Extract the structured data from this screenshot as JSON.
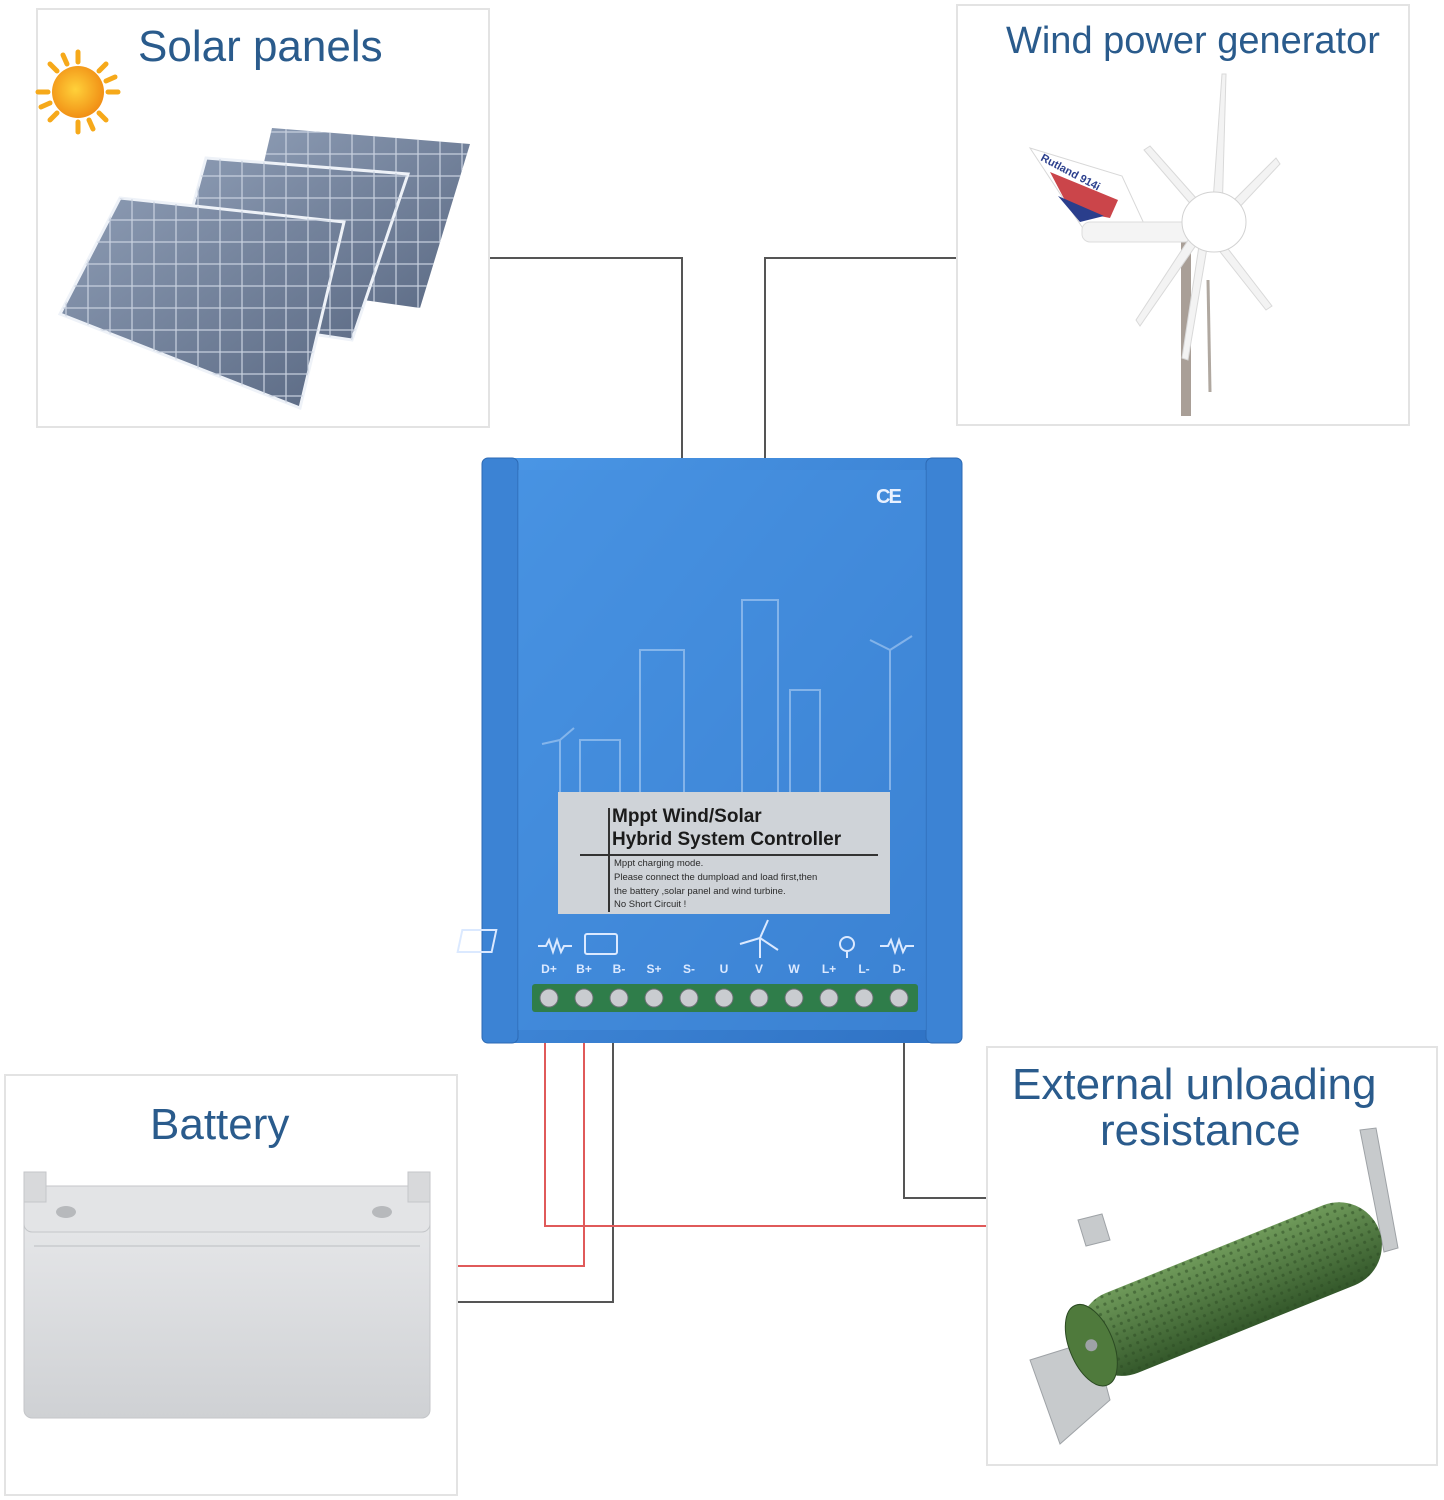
{
  "panels": {
    "solar": {
      "title": "Solar panels"
    },
    "wind": {
      "title": "Wind power generator",
      "turbine_brand": "Rutland 914i"
    },
    "battery": {
      "title": "Battery"
    },
    "resistor": {
      "title_line1": "External unloading",
      "title_line2": "resistance"
    }
  },
  "controller": {
    "ce_mark": "CE",
    "label_line1": "Mppt Wind/Solar",
    "label_line2": "Hybrid System Controller",
    "notes": [
      "Mppt charging mode.",
      "Please connect the dumpload and load first,then",
      "the battery ,solar panel and wind turbine.",
      "No Short Circuit !"
    ],
    "terminals": [
      "D+",
      "B+",
      "B-",
      "S+",
      "S-",
      "U",
      "V",
      "W",
      "L+",
      "L-",
      "D-"
    ],
    "terminal_icons": [
      "resistor-icon",
      "battery-icon",
      "solar-panel-icon",
      "wind-turbine-icon",
      "bulb-icon",
      "resistor-icon"
    ]
  },
  "colors": {
    "title_blue": "#2a5b8c",
    "controller_blue": "#3a86d8",
    "terminal_green": "#2f7d4a",
    "wire_gray": "#555555",
    "wire_red": "#e05a5a"
  }
}
